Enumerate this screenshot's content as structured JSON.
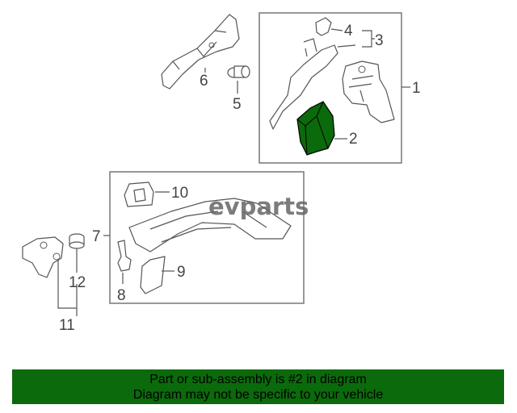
{
  "watermark": "evparts",
  "callouts": {
    "c1": "1",
    "c2": "2",
    "c3": "3",
    "c4": "4",
    "c5": "5",
    "c6": "6",
    "c7": "7",
    "c8": "8",
    "c9": "9",
    "c10": "10",
    "c11": "11",
    "c12": "12"
  },
  "highlight_color": "#0b6a0b",
  "highlighted_part": "2",
  "banner": {
    "line1": "Part or sub-assembly is #2 in diagram",
    "line2": "Diagram may not be specific to your vehicle"
  }
}
